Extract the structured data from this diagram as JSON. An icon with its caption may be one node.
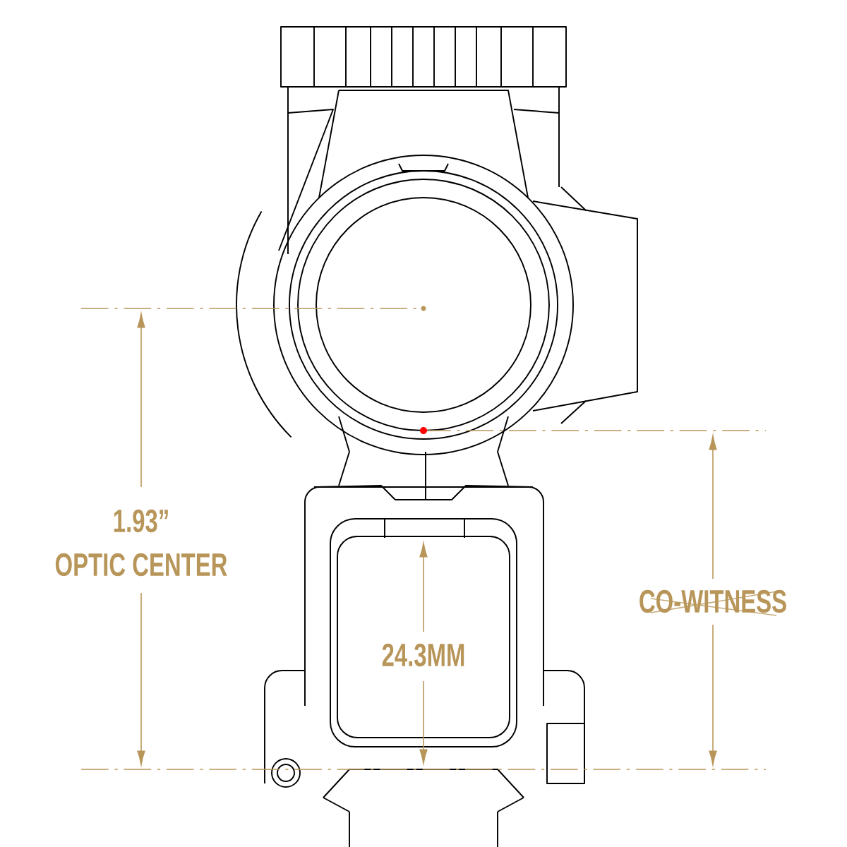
{
  "diagram": {
    "labels": [
      "1.93”",
      "OPTIC CENTER",
      "24.3MM",
      "CO-WITNESS"
    ]
  }
}
